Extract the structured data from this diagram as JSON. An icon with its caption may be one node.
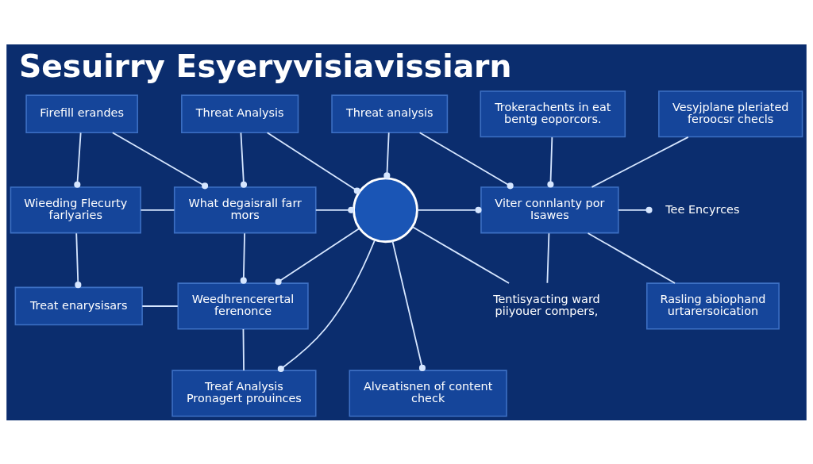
{
  "diagram": {
    "title": "Sesuirry Esyeryvisiavissiarn",
    "nodes": [
      {
        "text": [
          "Firefill erandes"
        ]
      },
      {
        "text": [
          "Threat Analysis"
        ]
      },
      {
        "text": [
          "Threat analysis"
        ]
      },
      {
        "text": [
          "Trokerachents in eat bentg eoporcors."
        ]
      },
      {
        "text": [
          "Vesyjplane pleriated feroocsr checls"
        ]
      },
      {
        "text": [
          "Wieeding Flecurty farlyaries"
        ]
      },
      {
        "text": [
          "What degaisrall farr mors"
        ]
      },
      {
        "text": [],
        "shape": "circle"
      },
      {
        "text": [
          "Viter connlanty por Isawes"
        ]
      },
      {
        "text": [
          "Tee Encyrces"
        ]
      },
      {
        "text": [
          "Treat enarysisars"
        ]
      },
      {
        "text": [
          "Weedhrencerertal ferenonce"
        ]
      },
      {
        "text": [
          "Tentisyacting ward piiyouer compers,"
        ]
      },
      {
        "text": [
          "Rasling abiophand urtarersoication"
        ]
      },
      {
        "text": [
          "Treaf Analysis Pronagert prouinces"
        ]
      },
      {
        "text": [
          "Alveatisnen of content check"
        ]
      }
    ],
    "edges": [
      {
        "from": 0,
        "to": 5,
        "arrow": "other"
      },
      {
        "from": 0,
        "to": 6,
        "arrow": "other"
      },
      {
        "from": 1,
        "to": 6,
        "arrow": "other"
      },
      {
        "from": 1,
        "to": 7,
        "arrow": "other"
      },
      {
        "from": 2,
        "to": 7,
        "arrow": "other"
      },
      {
        "from": 2,
        "to": 8,
        "arrow": "other"
      },
      {
        "from": 3,
        "to": 8,
        "arrow": "other"
      },
      {
        "from": 4,
        "to": 8,
        "arrow": "none"
      },
      {
        "from": 5,
        "to": 6,
        "arrow": "none"
      },
      {
        "from": 6,
        "to": 7,
        "arrow": "other"
      },
      {
        "from": 7,
        "to": 8,
        "arrow": "other"
      },
      {
        "from": 8,
        "to": 9,
        "arrow": "other"
      },
      {
        "from": 5,
        "to": 10,
        "arrow": "other"
      },
      {
        "from": 6,
        "to": 11,
        "arrow": "other"
      },
      {
        "from": 7,
        "to": 11,
        "arrow": "other"
      },
      {
        "from": 7,
        "to": 14,
        "arrow": "other"
      },
      {
        "from": 7,
        "to": 15,
        "arrow": "other"
      },
      {
        "from": 7,
        "to": 12,
        "arrow": "none"
      },
      {
        "from": 8,
        "to": 12,
        "arrow": "none"
      },
      {
        "from": 8,
        "to": 13,
        "arrow": "none"
      },
      {
        "from": 10,
        "to": 11,
        "arrow": "none"
      },
      {
        "from": 11,
        "to": 14,
        "arrow": "none"
      }
    ]
  }
}
